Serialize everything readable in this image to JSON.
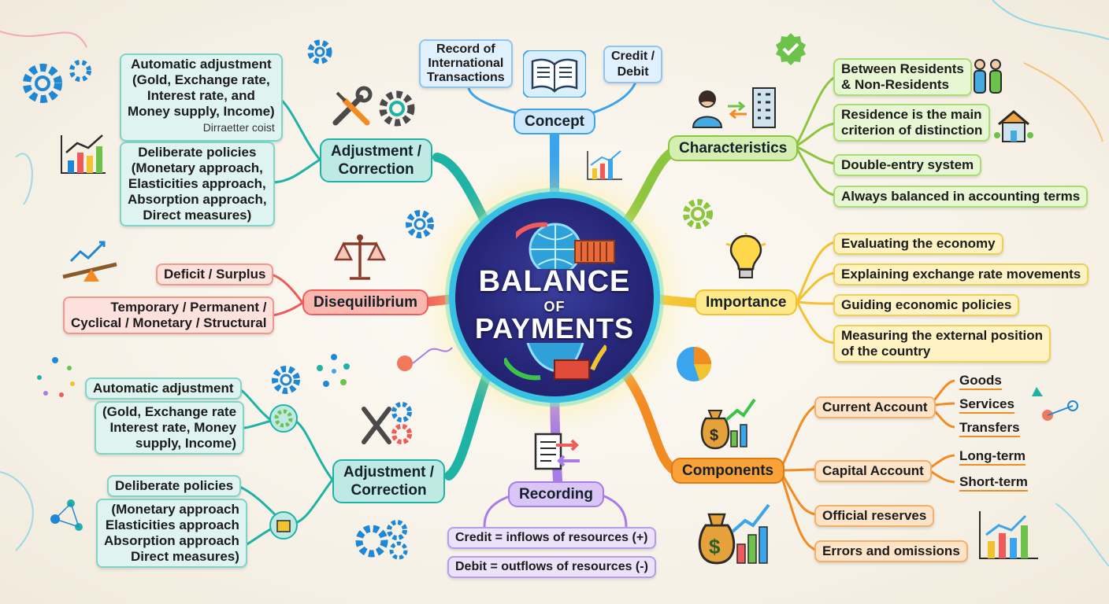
{
  "title": {
    "line1": "BALANCE",
    "line2": "OF",
    "line3": "PAYMENTS"
  },
  "concept": {
    "label": "Concept",
    "items": [
      {
        "lines": [
          "Record of",
          "International",
          "Transactions"
        ]
      },
      {
        "lines": [
          "Credit /",
          "Debit"
        ]
      }
    ]
  },
  "characteristics": {
    "label": "Characteristics",
    "items": [
      {
        "lines": [
          "Between Residents",
          "& Non-Residents"
        ]
      },
      {
        "lines": [
          "Residence is the main",
          "criterion of distinction"
        ]
      },
      {
        "lines": [
          "Double-entry system"
        ]
      },
      {
        "lines": [
          "Always balanced in accounting terms"
        ]
      }
    ]
  },
  "importance": {
    "label": "Importance",
    "items": [
      {
        "lines": [
          "Evaluating the economy"
        ]
      },
      {
        "lines": [
          "Explaining exchange rate movements"
        ]
      },
      {
        "lines": [
          "Guiding economic policies"
        ]
      },
      {
        "lines": [
          "Measuring the external position",
          "of the country"
        ]
      }
    ]
  },
  "components": {
    "label": "Components",
    "current_account": {
      "label": "Current Account",
      "subs": [
        "Goods",
        "Services",
        "Transfers"
      ]
    },
    "capital_account": {
      "label": "Capital Account",
      "subs": [
        "Long-term",
        "Short-term"
      ]
    },
    "official_reserves": "Official reserves",
    "errors": "Errors and omissions"
  },
  "recording": {
    "label": "Recording",
    "items": [
      "Credit = inflows of resources (+)",
      "Debit = outflows of resources (-)"
    ]
  },
  "disequilibrium": {
    "label": "Disequilibrium",
    "items": [
      {
        "lines": [
          "Deficit / Surplus"
        ]
      },
      {
        "lines": [
          "Temporary / Permanent /",
          "Cyclical / Monetary / Structural"
        ]
      }
    ]
  },
  "adjustment_top": {
    "label_lines": [
      "Adjustment /",
      "Correction"
    ],
    "auto": {
      "lines": [
        "Automatic adjustment",
        "(Gold, Exchange rate,",
        "Interest rate, and",
        "Money supply, Income)"
      ],
      "note": "Dirraetter coist"
    },
    "deliberate": {
      "lines": [
        "Deliberate policies",
        "(Monetary approach,",
        "Elasticities approach,",
        "Absorption approach,",
        "Direct measures)"
      ]
    }
  },
  "adjustment_bottom": {
    "label_lines": [
      "Adjustment /",
      "Correction"
    ],
    "auto_title": "Automatic adjustment",
    "auto_lines": [
      "(Gold, Exchange rate",
      "Interest rate, Money",
      "supply, Income)"
    ],
    "deliberate_title": "Deliberate policies",
    "deliberate_lines": [
      "(Monetary approach",
      "Elasticities approach",
      "Absorption approach",
      "Direct measures)"
    ]
  },
  "colors": {
    "concept": "#3aa5ec",
    "characteristics": "#8cc63f",
    "importance": "#f2c230",
    "components": "#f28b22",
    "recording": "#a77be8",
    "disequilibrium": "#ef5b5b",
    "adjustment": "#1fb3a6"
  },
  "icons": [
    "gear-icon",
    "open-book-icon",
    "wrench-screwdriver-icon",
    "growth-chart-icon",
    "scale-icon",
    "seesaw-icon",
    "checkmark-badge-icon",
    "person-icon",
    "building-icon",
    "house-icon",
    "people-icon",
    "lightbulb-icon",
    "pie-chart-icon",
    "money-bag-icon",
    "document-transfer-icon",
    "globe-icon"
  ]
}
